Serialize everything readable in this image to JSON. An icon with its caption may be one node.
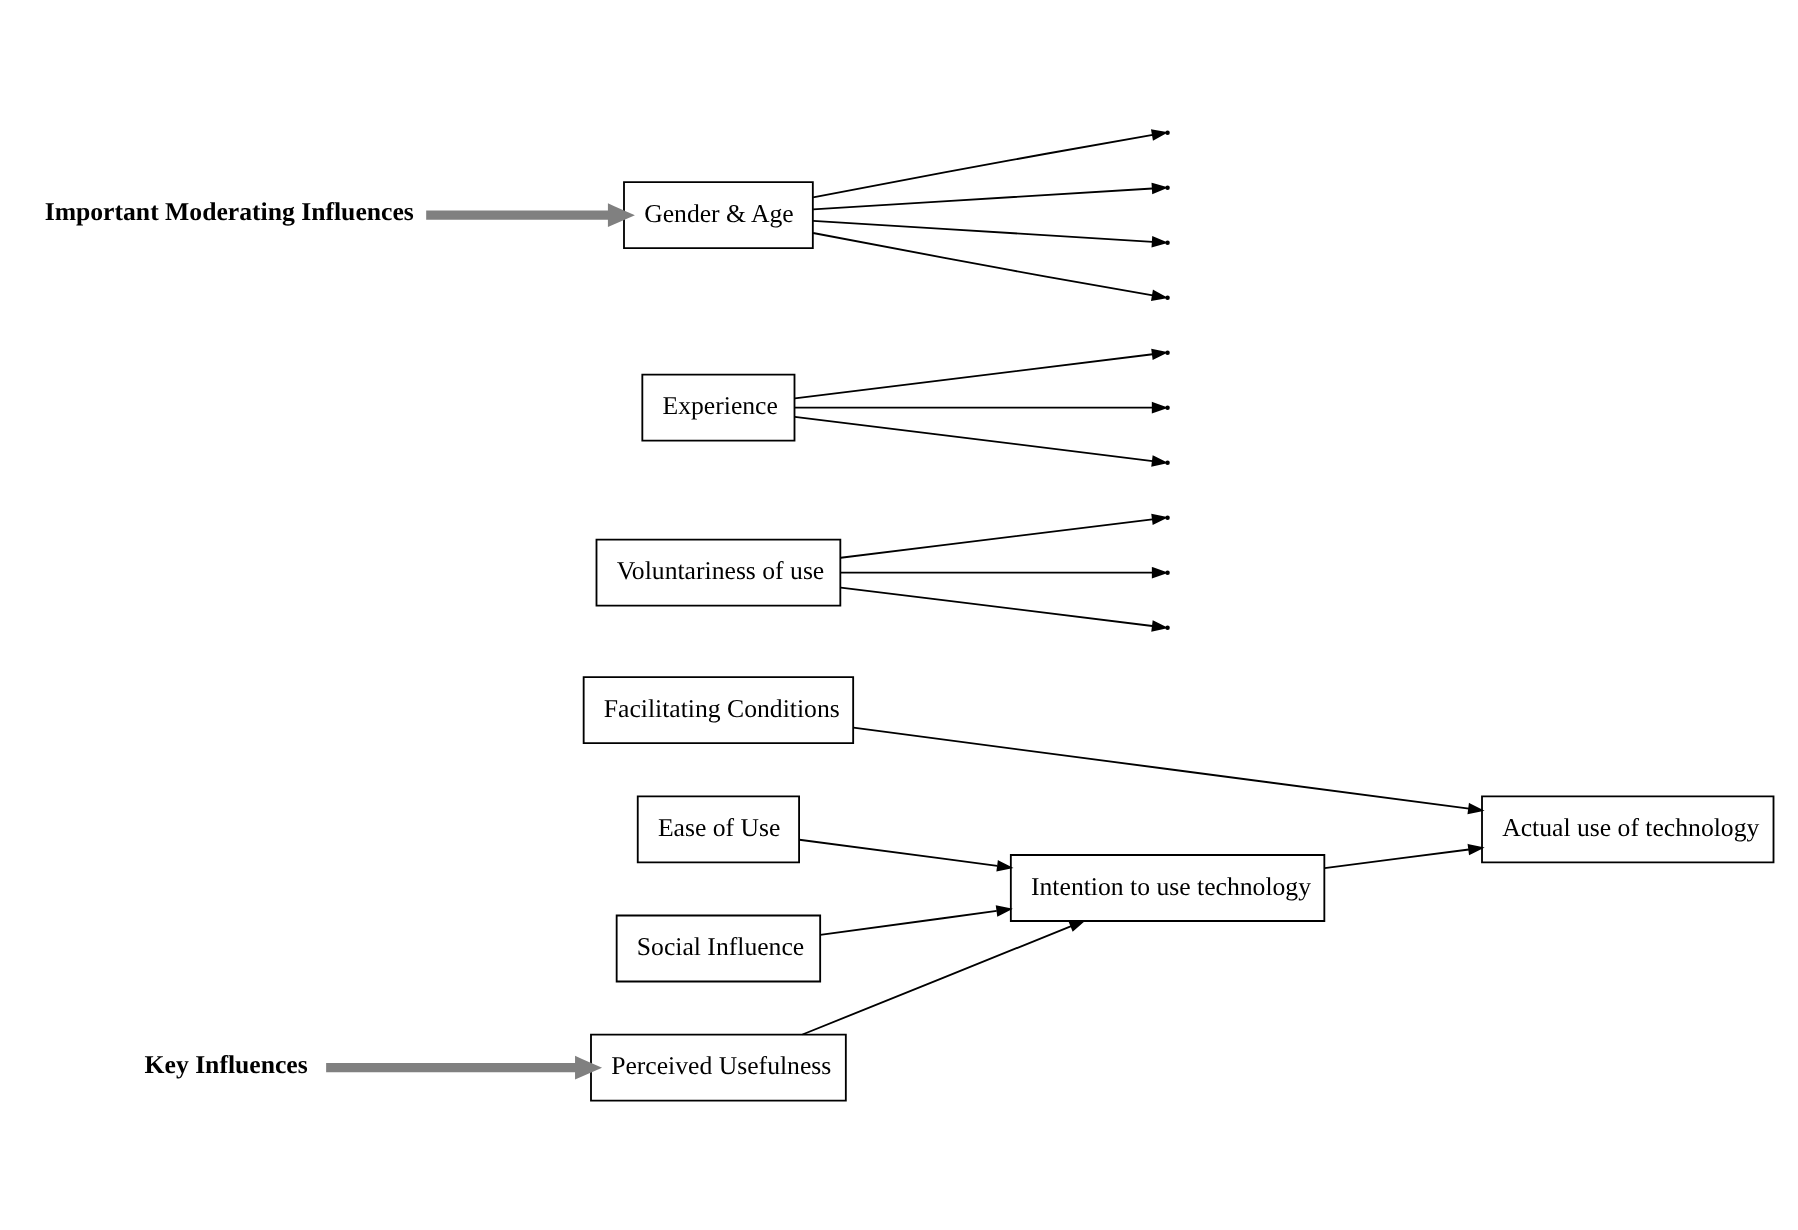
{
  "diagram": {
    "nodes": [
      {
        "text": [
          "Perceived Usefulness"
        ]
      },
      {
        "text": [
          "Ease of Use"
        ]
      },
      {
        "text": [
          "Social Influence"
        ]
      },
      {
        "text": [
          "Facilitating Conditions"
        ]
      },
      {
        "text": [
          "Intention to use technology"
        ]
      },
      {
        "text": [
          "Actual use of technology"
        ]
      },
      {
        "text": [
          "Voluntariness of use"
        ]
      },
      {
        "text": [
          "Experience"
        ]
      },
      {
        "text": [
          "Gender & Age"
        ]
      },
      {
        "text": [
          "Key Influences"
        ]
      },
      {
        "text": [
          "Important Moderating Influences"
        ]
      }
    ],
    "edges": [
      {
        "from": 0,
        "to": 4,
        "arrow": "to"
      },
      {
        "from": 1,
        "to": 4,
        "arrow": "to"
      },
      {
        "from": 2,
        "to": 4,
        "arrow": "to"
      },
      {
        "from": 4,
        "to": 5,
        "arrow": "to"
      },
      {
        "from": 3,
        "to": 5,
        "arrow": "to"
      },
      {
        "from": 6,
        "to": null,
        "arrow": "to"
      },
      {
        "from": 6,
        "to": null,
        "arrow": "to"
      },
      {
        "from": 6,
        "to": null,
        "arrow": "to"
      },
      {
        "from": 7,
        "to": null,
        "arrow": "to"
      },
      {
        "from": 7,
        "to": null,
        "arrow": "to"
      },
      {
        "from": 7,
        "to": null,
        "arrow": "to"
      },
      {
        "from": 8,
        "to": null,
        "arrow": "to"
      },
      {
        "from": 8,
        "to": null,
        "arrow": "to"
      },
      {
        "from": 8,
        "to": null,
        "arrow": "to"
      },
      {
        "from": 8,
        "to": null,
        "arrow": "to"
      },
      {
        "from": 9,
        "to": 0,
        "arrow": "to",
        "style": "thick",
        "color": "#808080"
      },
      {
        "from": 10,
        "to": 8,
        "arrow": "to",
        "style": "thick",
        "color": "#808080"
      }
    ]
  }
}
